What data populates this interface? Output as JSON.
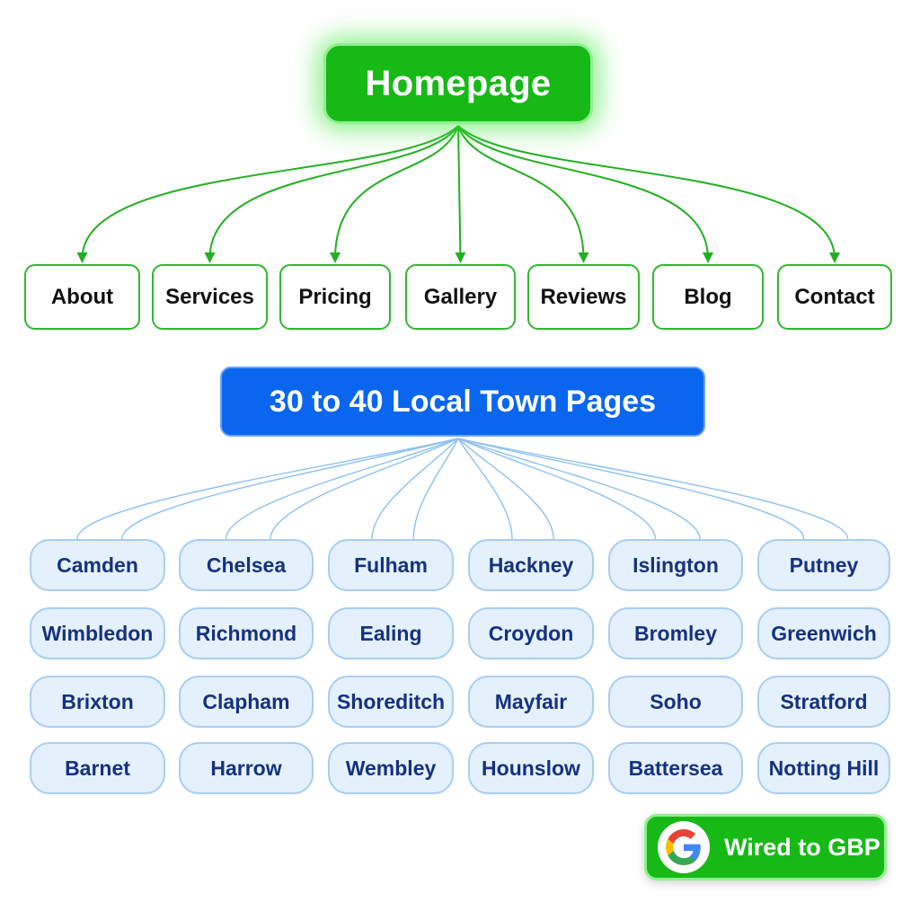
{
  "homepage": {
    "label": "Homepage"
  },
  "nav_pages": [
    {
      "label": "About"
    },
    {
      "label": "Services"
    },
    {
      "label": "Pricing"
    },
    {
      "label": "Gallery"
    },
    {
      "label": "Reviews"
    },
    {
      "label": "Blog"
    },
    {
      "label": "Contact"
    }
  ],
  "towns_header": {
    "label": "30 to 40 Local Town Pages"
  },
  "towns": [
    [
      "Camden",
      "Chelsea",
      "Fulham",
      "Hackney",
      "Islington",
      "Putney"
    ],
    [
      "Wimbledon",
      "Richmond",
      "Ealing",
      "Croydon",
      "Bromley",
      "Greenwich"
    ],
    [
      "Brixton",
      "Clapham",
      "Shoreditch",
      "Mayfair",
      "Soho",
      "Stratford"
    ],
    [
      "Barnet",
      "Harrow",
      "Wembley",
      "Hounslow",
      "Battersea",
      "Notting Hill"
    ]
  ],
  "gbp_badge": {
    "label": "Wired to GBP",
    "icon": "google-g-icon"
  },
  "colors": {
    "green": "#16b916",
    "green_line": "#22b022",
    "blue": "#0a66ee",
    "blue_line": "#8ec0f0",
    "town_fill": "#e4f0fc",
    "town_text": "#16317f"
  }
}
